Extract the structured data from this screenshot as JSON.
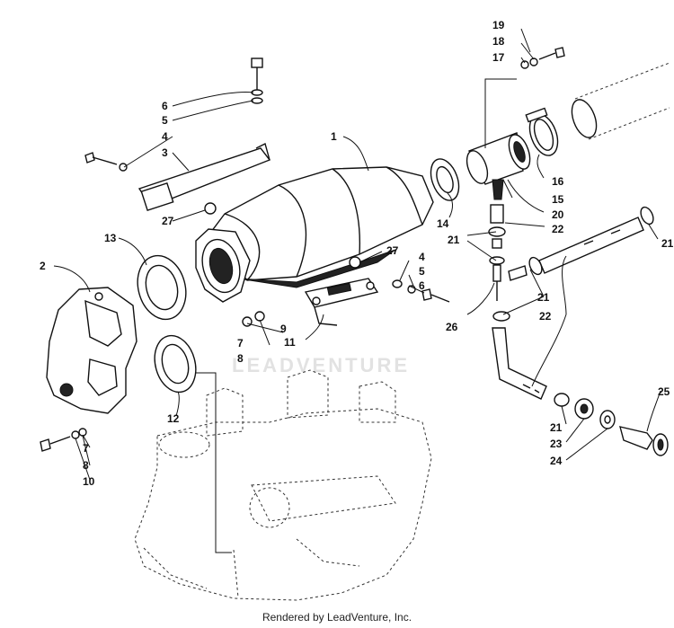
{
  "callouts": [
    "1",
    "2",
    "3",
    "4",
    "5",
    "6",
    "7",
    "8",
    "9",
    "10",
    "11",
    "12",
    "13",
    "14",
    "15",
    "16",
    "17",
    "18",
    "19",
    "20",
    "21",
    "22",
    "23",
    "24",
    "25",
    "26",
    "27"
  ],
  "watermark": "LEADVENTURE",
  "footer": {
    "credit": "Rendered by LeadVenture, Inc."
  }
}
